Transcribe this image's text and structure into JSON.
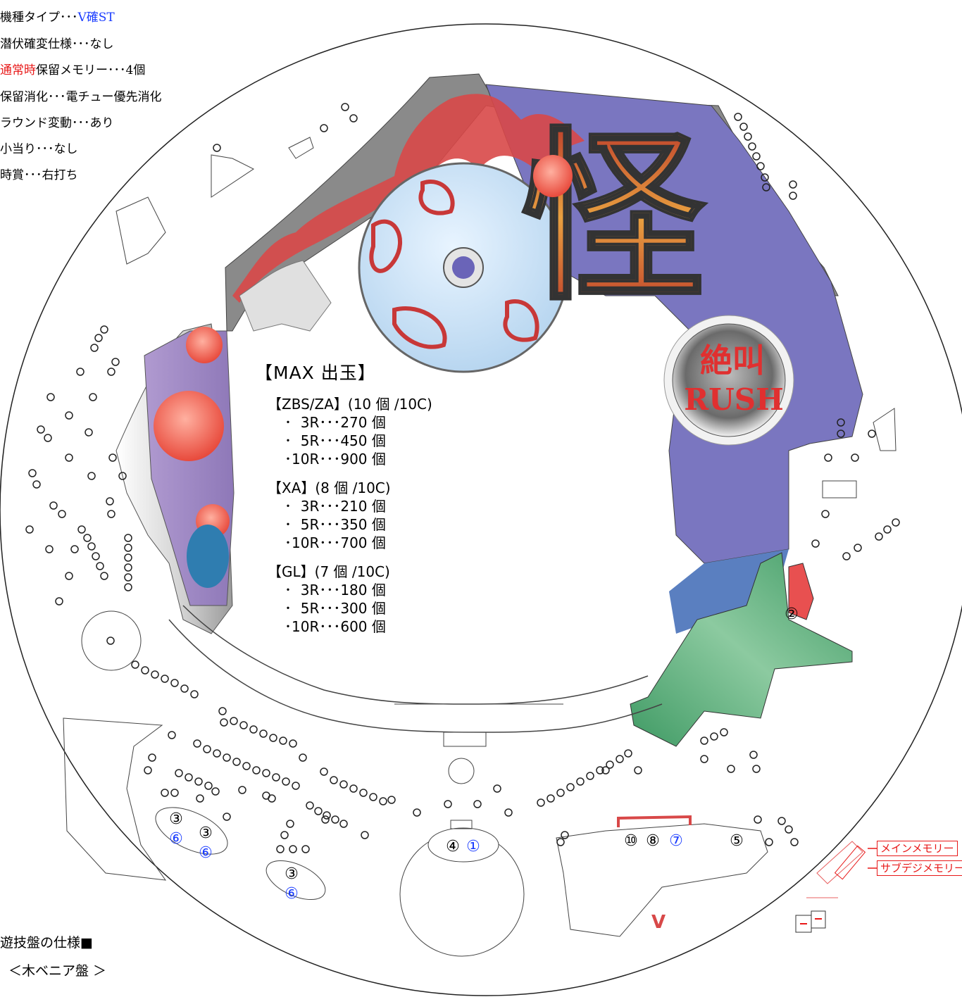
{
  "specs": {
    "machine_type": {
      "label": "機種タイプ･･･",
      "value": "V確ST"
    },
    "latent": "潜伏確変仕様･･･なし",
    "hold": {
      "prefix": "通常時",
      "rest": "保留メモリー･･･4個"
    },
    "hold_order": "保留消化･･･電チュー優先消化",
    "round_var": "ラウンド変動･･･あり",
    "small_hit": "小当り･･･なし",
    "special": "時賞･･･右打ち"
  },
  "max_payout": {
    "title": "【MAX 出玉】",
    "groups": [
      {
        "head": "【ZBS/ZA】(10 個 /10C)",
        "lines": [
          "･  3R･･･270 個",
          "･  5R･･･450 個",
          "･10R･･･900 個"
        ]
      },
      {
        "head": "【XA】(8 個 /10C)",
        "lines": [
          "･  3R･･･210 個",
          "･  5R･･･350 個",
          "･10R･･･700 個"
        ]
      },
      {
        "head": "【GL】(7 個 /10C)",
        "lines": [
          "･  3R･･･180 個",
          "･  5R･･･300 個",
          "･10R･･･600 個"
        ]
      }
    ]
  },
  "logo": {
    "kanji": "怪",
    "badge_top": "絶叫",
    "badge_bottom": "RUSH"
  },
  "pockets": {
    "p2": "②",
    "left_a": [
      "③",
      "⑥"
    ],
    "left_b": [
      "③",
      "⑥"
    ],
    "left_c": [
      "③",
      "⑥"
    ],
    "center": [
      "④",
      "①"
    ],
    "attacker": [
      "⑩",
      "⑧",
      "⑦"
    ],
    "right": "⑤",
    "v": "V"
  },
  "memory_labels": {
    "main": "メインメモリー",
    "sub": "サブデジメモリー"
  },
  "footer": {
    "title": "遊技盤の仕様■",
    "subtitle": "＜木ベニア盤 ＞"
  },
  "colors": {
    "blue": "#1a3cff",
    "red": "#e81818",
    "purple": "#7b78c0",
    "green": "#4ea874"
  }
}
